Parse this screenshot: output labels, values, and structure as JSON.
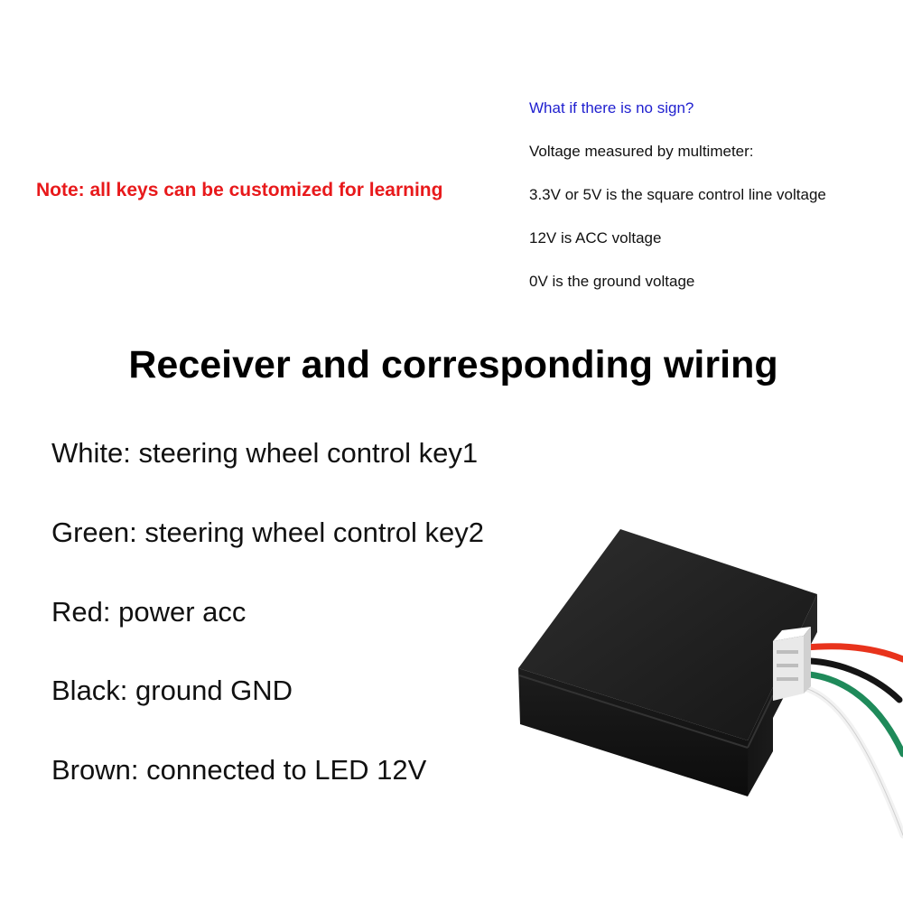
{
  "note": "Note: all keys can be customized for learning",
  "info": {
    "title": "What if there is no sign?",
    "lines": [
      "Voltage measured by multimeter:",
      "3.3V or 5V is the square control line voltage",
      "12V is ACC voltage",
      "0V is the ground voltage"
    ]
  },
  "heading": "Receiver and corresponding wiring",
  "wires": [
    "White: steering wheel control key1",
    "Green: steering wheel control key2",
    "Red: power acc",
    "Black: ground GND",
    "Brown: connected to LED 12V"
  ],
  "colors": {
    "note": "#e8191b",
    "info_title": "#1f1fcf",
    "box": "#1c1c1c",
    "wire_red": "#e8331c",
    "wire_black": "#151515",
    "wire_green": "#1f8a5a",
    "wire_white": "#f4f4f4"
  }
}
